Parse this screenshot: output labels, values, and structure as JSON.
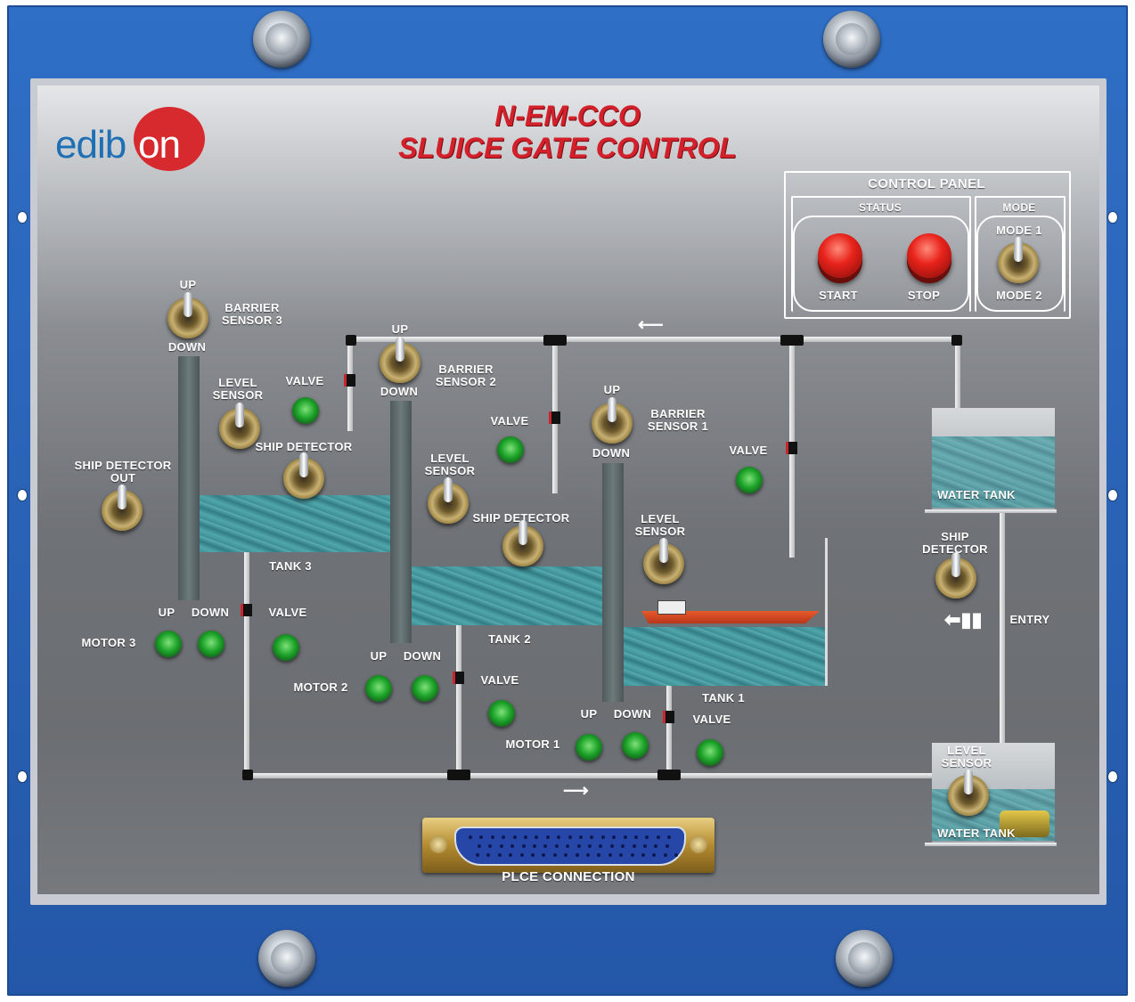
{
  "header": {
    "model": "N-EM-CCO",
    "title": "SLUICE GATE CONTROL",
    "logo": {
      "left": "edib",
      "right": "on",
      "brand_color": "#1f6fb5",
      "accent": "#d72a2f"
    }
  },
  "control_panel": {
    "title": "CONTROL PANEL",
    "status_title": "STATUS",
    "mode_title": "MODE",
    "start_label": "START",
    "stop_label": "STOP",
    "mode1_label": "MODE 1",
    "mode2_label": "MODE 2"
  },
  "stage3": {
    "up": "UP",
    "down": "DOWN",
    "barrier_sensor": "BARRIER\nSENSOR 3",
    "level_sensor": "LEVEL\nSENSOR",
    "valve": "VALVE",
    "ship_detector": "SHIP DETECTOR",
    "ship_detector_out": "SHIP DETECTOR\nOUT",
    "tank": "TANK 3",
    "motor_up": "UP",
    "motor_down": "DOWN",
    "motor_valve": "VALVE",
    "motor": "MOTOR 3"
  },
  "stage2": {
    "up": "UP",
    "down": "DOWN",
    "barrier_sensor": "BARRIER\nSENSOR 2",
    "level_sensor": "LEVEL\nSENSOR",
    "valve": "VALVE",
    "ship_detector": "SHIP DETECTOR",
    "tank": "TANK 2",
    "motor_up": "UP",
    "motor_down": "DOWN",
    "motor_valve": "VALVE",
    "motor": "MOTOR 2"
  },
  "stage1": {
    "up": "UP",
    "down": "DOWN",
    "barrier_sensor": "BARRIER\nSENSOR 1",
    "level_sensor": "LEVEL\nSENSOR",
    "valve": "VALVE",
    "tank": "TANK 1",
    "motor_up": "UP",
    "motor_down": "DOWN",
    "motor_valve": "VALVE",
    "motor": "MOTOR 1"
  },
  "entry": {
    "water_tank_top": "WATER TANK",
    "ship_detector": "SHIP\nDETECTOR",
    "entry": "ENTRY",
    "level_sensor": "LEVEL\nSENSOR",
    "water_tank_bottom": "WATER TANK"
  },
  "connector": {
    "label": "PLCE CONNECTION"
  },
  "colors": {
    "frame": "#2a63b6",
    "title": "#d4202a",
    "water": "#4ea9ae",
    "led": "#1ea52a",
    "button": "#e8241c"
  }
}
